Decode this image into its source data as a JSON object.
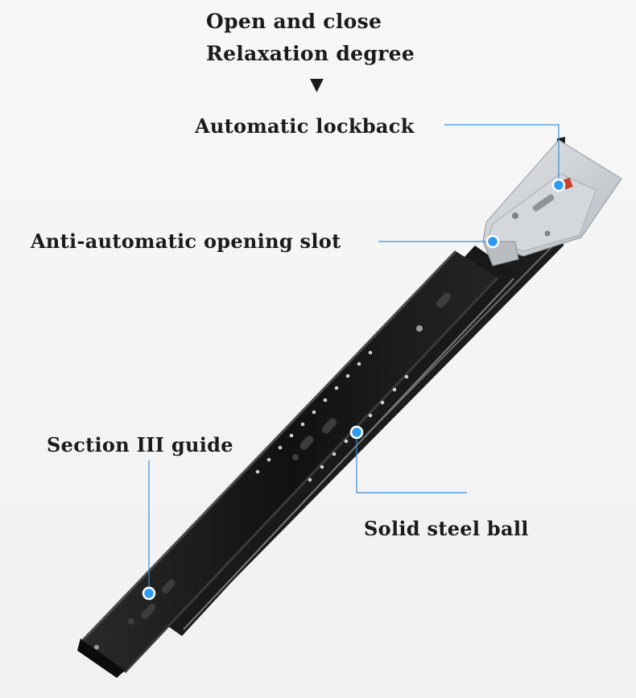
{
  "header": {
    "line1": "Open and close",
    "line2": "Relaxation degree",
    "arrow_glyph": "▼"
  },
  "callouts": {
    "automatic_lockback": "Automatic lockback",
    "anti_automatic_opening_slot": "Anti-automatic opening slot",
    "section_iii_guide": "Section III guide",
    "solid_steel_ball": "Solid steel ball"
  },
  "colors": {
    "callout_line": "#3a8fd8",
    "callout_dot": "#2f9bf0",
    "rail_black": "#141414",
    "rail_edge": "#5a5a5a",
    "bracket_gray": "#c9ccd0",
    "text": "#1b1b1b"
  }
}
